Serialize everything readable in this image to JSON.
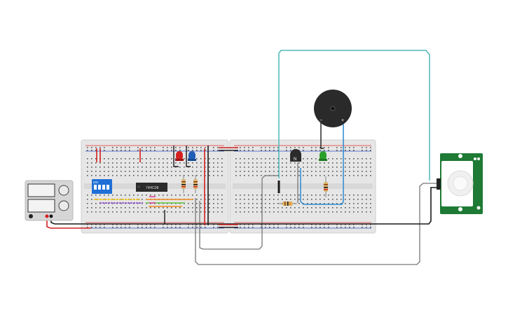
{
  "workspace": {
    "background": "#ffffff"
  },
  "components": {
    "power_supply": {
      "name": "dc-power-supply",
      "icon": "power-supply-icon"
    },
    "dip_switch": {
      "label": "ON",
      "positions": [
        "1",
        "2",
        "3",
        "4"
      ],
      "color": "#1f6fd6"
    },
    "ic_chip": {
      "label": "74HC08",
      "color": "#2b2b2b"
    },
    "leds": [
      {
        "name": "red-led",
        "color": "#d42020"
      },
      {
        "name": "blue-led",
        "color": "#1f5fb8"
      },
      {
        "name": "green-led",
        "color": "#2aa02a"
      }
    ],
    "transistor": {
      "label": "N",
      "color": "#2b2b2b"
    },
    "buzzer": {
      "minus": "−",
      "plus": "+",
      "color": "#2a2a2a"
    },
    "pir_sensor": {
      "name": "pir-motion-sensor",
      "color": "#1e7a34"
    }
  },
  "wire_colors": {
    "red": "#d42020",
    "black": "#1a1a1a",
    "teal": "#4fb8b8",
    "blue": "#2a8ad4",
    "gray": "#777777",
    "yellow": "#f0c419",
    "orange": "#f08a1c",
    "green": "#5cc43c",
    "purple": "#8a4fc8",
    "magenta": "#e0409a"
  }
}
